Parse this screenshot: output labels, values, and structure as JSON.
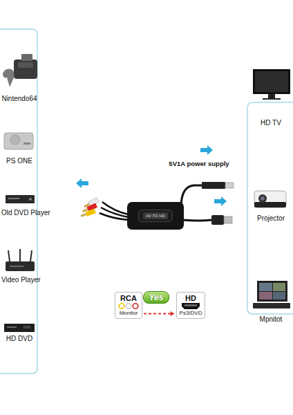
{
  "diagram": {
    "nodes": [
      {
        "text": [
          "AV TO HD"
        ]
      },
      {
        "text": [
          "RCA",
          "Monitor"
        ]
      },
      {
        "text": [
          "Yes"
        ]
      },
      {
        "text": [
          "HD",
          "Ps3/DVD"
        ]
      }
    ],
    "edges": [
      {
        "from": 1,
        "to": 3,
        "arrow": "to"
      }
    ],
    "labels": [
      "Nintendo64",
      "PS ONE",
      "Old DVD Player",
      "Video Player",
      "HD DVD",
      "HD TV",
      "Projector",
      "Mpnitot",
      "5V1A power supply"
    ]
  }
}
